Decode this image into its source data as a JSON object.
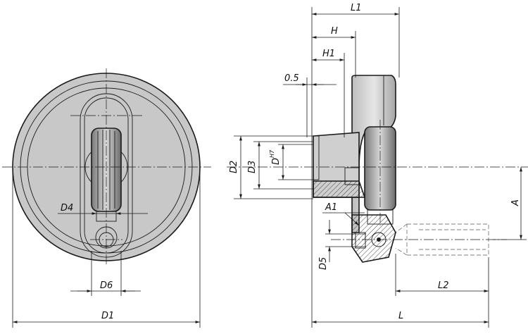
{
  "labels": {
    "D1": "D1",
    "D4": "D4",
    "D6": "D6",
    "L1": "L1",
    "H": "H",
    "H1": "H1",
    "gap": "0.5",
    "D2": "D2",
    "D3": "D3",
    "D": "D",
    "H7": "H7",
    "A1": "A1",
    "D5": "D5",
    "A": "A",
    "L2": "L2",
    "L": "L"
  },
  "colors": {
    "line": "#1a1a1a",
    "shade_light": "#dcdcdc",
    "shade_mid": "#c4c4c4",
    "shade_dark": "#9a9a9a",
    "background": "#ffffff"
  }
}
